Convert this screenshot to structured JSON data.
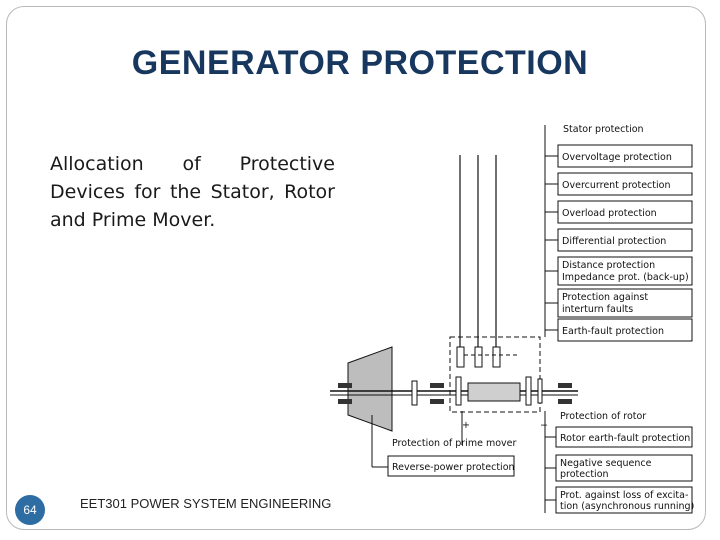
{
  "slide": {
    "title": "GENERATOR PROTECTION",
    "body": "Allocation of Protective Devices for the Stator, Rotor and Prime Mover.",
    "page_number": "64",
    "footer": "EET301 POWER SYSTEM ENGINEERING"
  },
  "diagram": {
    "stator_heading": "Stator protection",
    "stator_items": [
      "Overvoltage protection",
      "Overcurrent protection",
      "Overload protection",
      "Differential protection",
      "Distance protection",
      "Impedance prot. (back-up)",
      "Protection against",
      "interturn faults",
      "Earth-fault protection"
    ],
    "rotor_heading": "Protection of rotor",
    "rotor_items": [
      "Rotor earth-fault protection",
      "Negative sequence",
      "protection",
      "Prot. against loss of excita-",
      "tion (asynchronous running)"
    ],
    "prime_mover_heading": "Protection of prime mover",
    "prime_mover_items": [
      "Reverse-power protection"
    ],
    "plus_sign": "+",
    "minus_sign": "−"
  },
  "colors": {
    "title": "#17375e",
    "page_badge": "#2e6da4",
    "frame": "#b9b9b9"
  }
}
